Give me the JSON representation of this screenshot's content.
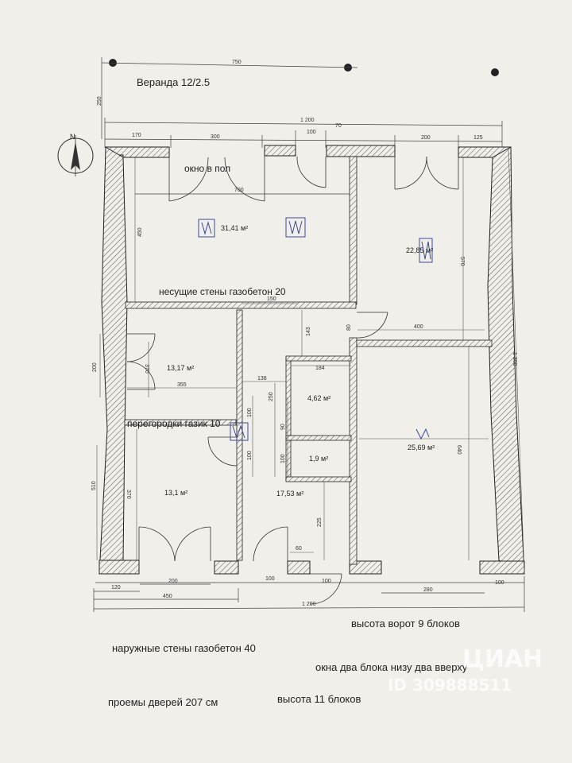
{
  "plan": {
    "veranda_label": "Веранда 12/2.5",
    "veranda_width": "750",
    "veranda_depth": "250",
    "compass": "N",
    "labels": {
      "window_floor": "окно в пол",
      "bearing_walls": "несущие стены газобетон 20",
      "partitions": "перегородки газик 10"
    },
    "areas": {
      "living": "31,41 м²",
      "bedroom_right": "22,85 м²",
      "room_left_mid": "13,17 м²",
      "bath1": "4,62 м²",
      "bath2": "1,9 м²",
      "room_left_bottom": "13,1 м²",
      "hall": "17,53 м²",
      "garage": "25,69 м²"
    },
    "dims": {
      "d170": "170",
      "d300": "300",
      "d1200_top": "1 200",
      "d100_top": "100",
      "d70": "70",
      "d200_top": "200",
      "d125": "125",
      "d700": "700",
      "d450_left": "450",
      "d570": "570",
      "d150": "150",
      "d143": "143",
      "d80": "80",
      "d400": "400",
      "d1300": "1 300",
      "d200_left": "200",
      "d370_mid": "370",
      "d355": "355",
      "d184": "184",
      "d138": "138",
      "d250": "250",
      "d100_v1": "100",
      "d100_v2": "100",
      "d90": "90",
      "d100_v3": "100",
      "d510": "510",
      "d370_low": "370",
      "d225": "225",
      "d60": "60",
      "d640": "640",
      "d120": "120",
      "d200_bot": "200",
      "d100_bot1": "100",
      "d100_bot2": "100",
      "d450_bot": "450",
      "d280": "280",
      "d100_bot3": "100",
      "d1200_bot": "1 200"
    }
  },
  "notes": {
    "gate_height": "высота ворот 9 блоков",
    "outer_walls": "наружные стены газобетон 40",
    "windows": "окна два блока низу два вверху",
    "door_openings": "проемы дверей 207 см",
    "height": "высота 11 блоков"
  },
  "watermark": {
    "brand": "ЦИАН",
    "id": "ID 309888511"
  }
}
